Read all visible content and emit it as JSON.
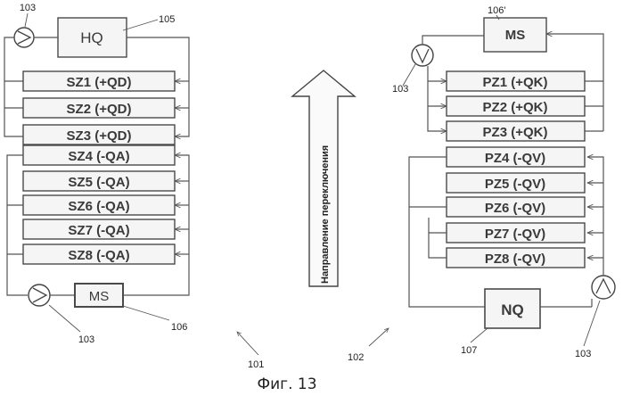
{
  "left_system": {
    "top_unit": "HQ",
    "bottom_unit": "MS",
    "zones": [
      "SZ1 (+QD)",
      "SZ2 (+QD)",
      "SZ3 (+QD)",
      "SZ4 (-QA)",
      "SZ5 (-QA)",
      "SZ6 (-QA)",
      "SZ7 (-QA)",
      "SZ8 (-QA)"
    ],
    "refs": {
      "top_pump": "103",
      "top_unit": "105",
      "bottom_pump": "103",
      "bottom_unit": "106",
      "system": "101"
    }
  },
  "right_system": {
    "top_unit": "MS",
    "bottom_unit": "NQ",
    "zones": [
      "PZ1 (+QK)",
      "PZ2 (+QK)",
      "PZ3 (+QK)",
      "PZ4 (-QV)",
      "PZ5 (-QV)",
      "PZ6 (-QV)",
      "PZ7 (-QV)",
      "PZ8 (-QV)"
    ],
    "refs": {
      "top_unit": "106'",
      "top_pump": "103",
      "bottom_unit": "107",
      "bottom_pump": "103",
      "system": "102"
    }
  },
  "switch_arrow": {
    "label": "Направление переключения"
  },
  "caption": "Фиг. 13"
}
